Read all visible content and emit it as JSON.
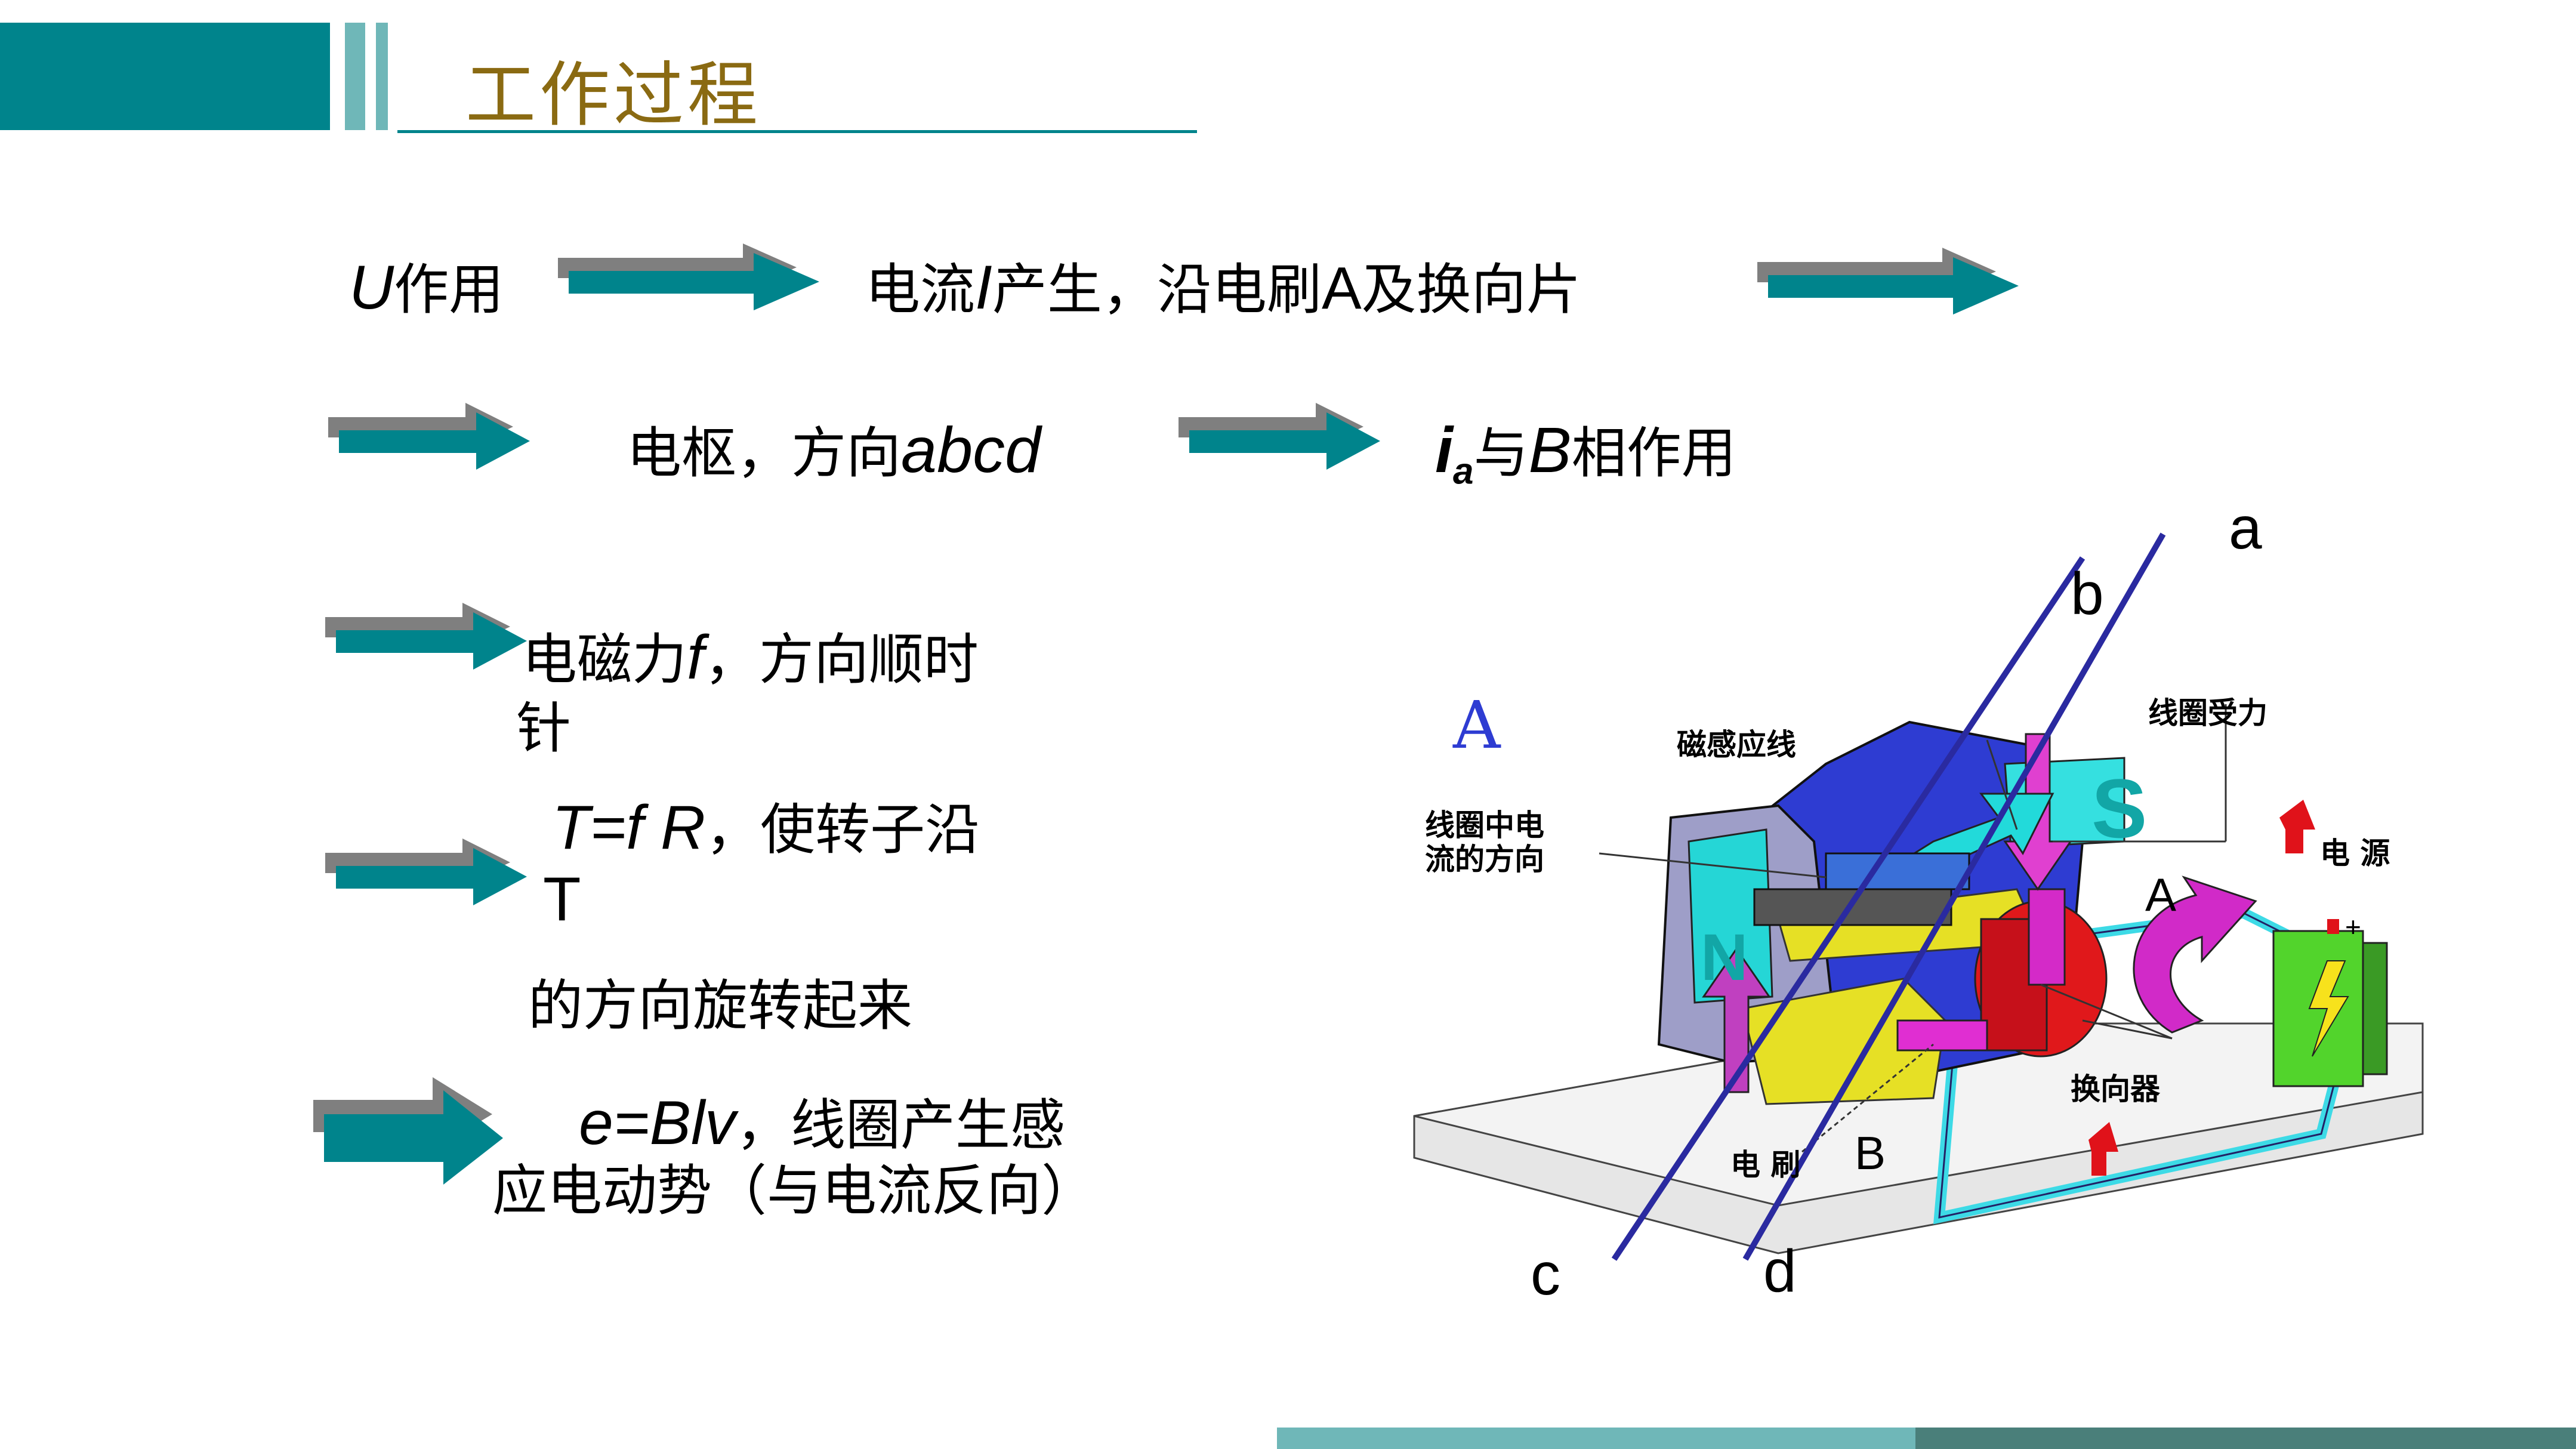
{
  "header": {
    "title": "工作过程",
    "colors": {
      "teal": "#00848C",
      "light_teal": "#6FB7B8",
      "title_gold": "#8A6A12",
      "bottom_dark": "#4A7F7A"
    }
  },
  "flow": {
    "row1": {
      "u": "U",
      "u_suffix": "作用",
      "t1": "电流",
      "i": "I",
      "t2": "产生，沿电刷",
      "a": "A",
      "t3": "及换向片"
    },
    "row2": {
      "t1": "电枢，方向",
      "abcd": "abcd",
      "ia_i": "i",
      "ia_sub": "a",
      "t2": "与",
      "b": "B",
      "t3": "相作用"
    },
    "row3": {
      "t1": "电磁力",
      "f": "f",
      "t2": "，方向顺时",
      "t3": "针"
    },
    "row4": {
      "tfr": "T=f R",
      "t1": "，使转子沿",
      "t_letter": "T",
      "t2": "的方向旋转起来"
    },
    "row5": {
      "eq": "e=Blv",
      "t1": "，线圈产生感",
      "t2": "应电动势（与电流反向）"
    }
  },
  "diagram": {
    "panel_letter": "A",
    "labels": {
      "flux": "磁感应线",
      "coil_current_1": "线圈中电",
      "coil_current_2": "流的方向",
      "coil_force": "线圈受力",
      "power": "电 源",
      "commutator": "换向器",
      "brush": "电 刷",
      "brush_b": "B",
      "brush_a": "A",
      "pole_n": "N",
      "pole_s": "S",
      "plus": "+"
    },
    "letters": {
      "a": "a",
      "b": "b",
      "c": "c",
      "d": "d"
    }
  }
}
